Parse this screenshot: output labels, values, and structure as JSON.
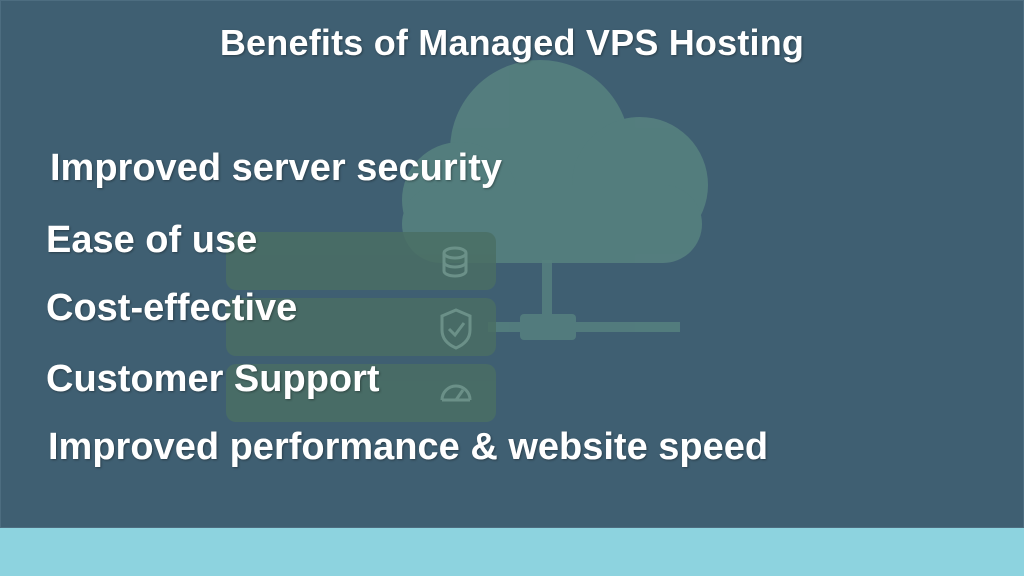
{
  "slide": {
    "title": "Benefits of Managed VPS Hosting",
    "benefits": [
      "Improved server security",
      "Ease of use",
      "Cost-effective",
      "Customer Support",
      "Improved performance & website speed"
    ]
  },
  "icons": {
    "background": "cloud-server-icon",
    "database": "database-icon",
    "security": "shield-check-icon",
    "performance": "speedometer-icon"
  },
  "colors": {
    "panel": "#3f5f72",
    "band": "#8dd3df",
    "text": "#ffffff",
    "illustration": "#5a8a88"
  }
}
